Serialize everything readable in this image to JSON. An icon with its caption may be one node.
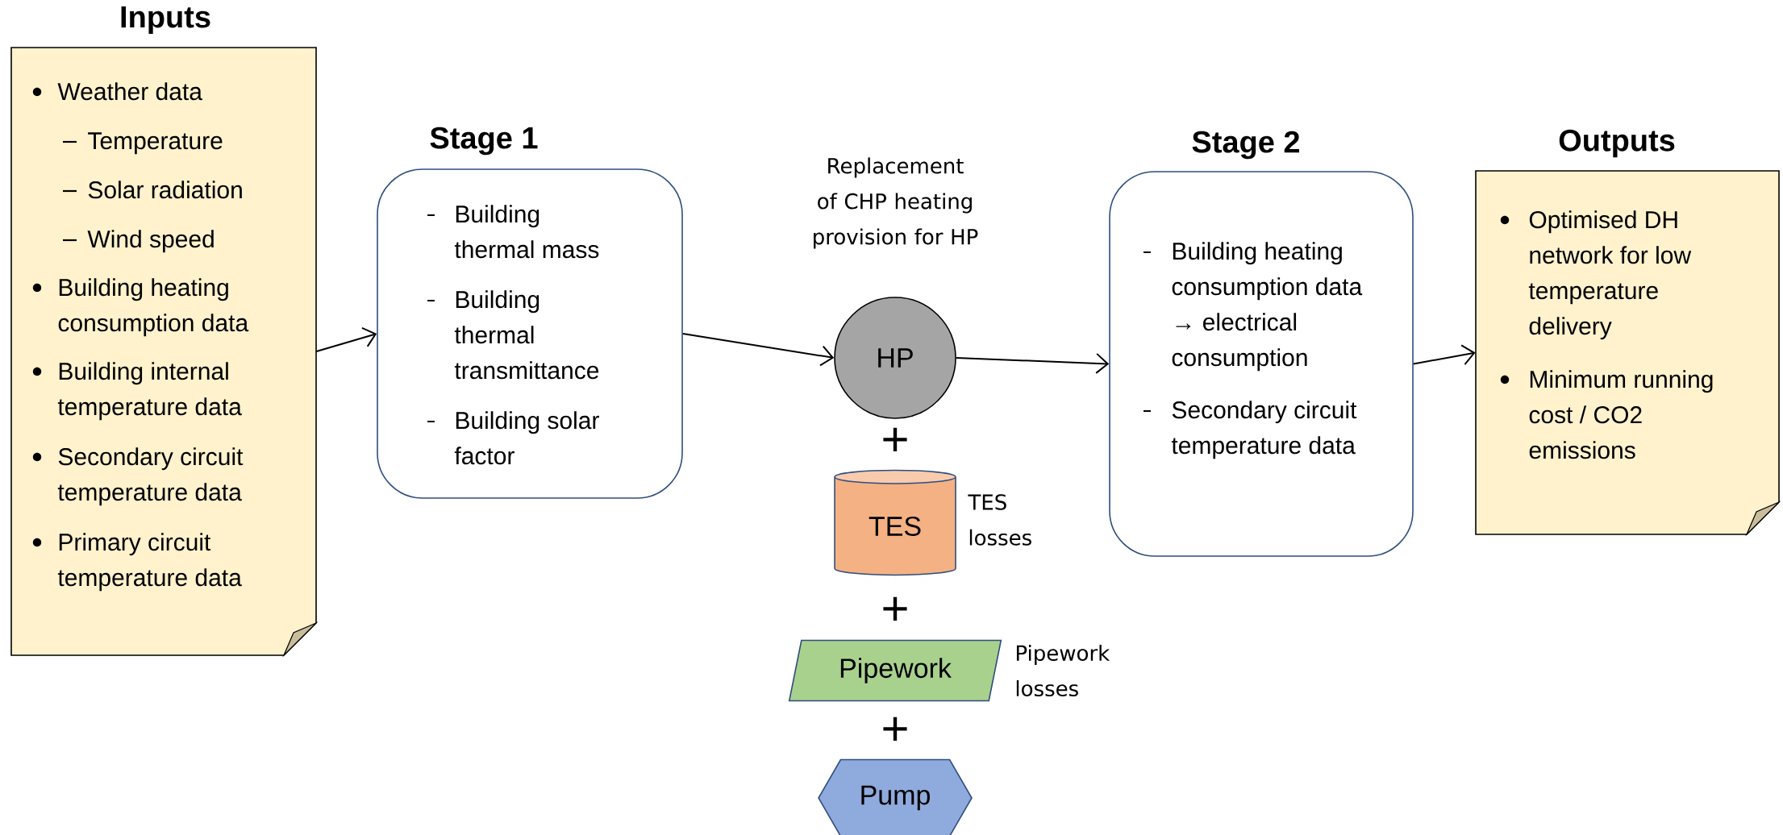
{
  "diagram": {
    "nodes": [
      {
        "text": [
          "Inputs",
          "Weather data",
          "Temperature",
          "Solar radiation",
          "Wind speed",
          "Building heating consumption data",
          "Building internal temperature data",
          "Secondary circuit temperature data",
          "Primary circuit temperature data"
        ]
      },
      {
        "text": [
          "Stage 1",
          "Building thermal mass",
          "Building thermal transmittance",
          "Building solar factor"
        ]
      },
      {
        "text": [
          "HP"
        ],
        "beside": [
          "Replacement of CHP heating provision for HP"
        ]
      },
      {
        "text": [
          "TES"
        ],
        "beside": [
          "TES losses"
        ]
      },
      {
        "text": [
          "Pipework"
        ],
        "beside": [
          "Pipework losses"
        ]
      },
      {
        "text": [
          "Pump"
        ]
      },
      {
        "text": [
          "Stage 2",
          "Building heating consumption data → electrical consumption",
          "Secondary circuit temperature data"
        ]
      },
      {
        "text": [
          "Outputs",
          "Optimised DH network for low temperature delivery",
          "Minimum running cost / CO2 emissions"
        ]
      }
    ],
    "edges": [
      {
        "from": 0,
        "to": 1,
        "arrow": "to"
      },
      {
        "from": 1,
        "to": 2,
        "arrow": "to"
      },
      {
        "from": 2,
        "to": 6,
        "arrow": "to"
      },
      {
        "from": 6,
        "to": 7,
        "arrow": "to"
      }
    ],
    "labels": [
      "+",
      "+",
      "+"
    ]
  }
}
